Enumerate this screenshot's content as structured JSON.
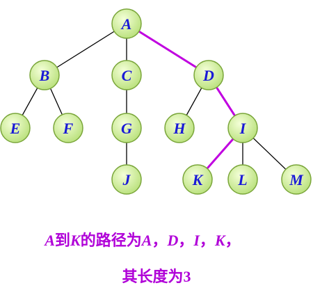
{
  "tree": {
    "nodes": [
      {
        "id": "A",
        "label": "A"
      },
      {
        "id": "B",
        "label": "B"
      },
      {
        "id": "C",
        "label": "C"
      },
      {
        "id": "D",
        "label": "D"
      },
      {
        "id": "E",
        "label": "E"
      },
      {
        "id": "F",
        "label": "F"
      },
      {
        "id": "G",
        "label": "G"
      },
      {
        "id": "H",
        "label": "H"
      },
      {
        "id": "I",
        "label": "I"
      },
      {
        "id": "J",
        "label": "J"
      },
      {
        "id": "K",
        "label": "K"
      },
      {
        "id": "L",
        "label": "L"
      },
      {
        "id": "M",
        "label": "M"
      }
    ],
    "edges": [
      {
        "from": "A",
        "to": "B",
        "highlight": false
      },
      {
        "from": "A",
        "to": "C",
        "highlight": false
      },
      {
        "from": "A",
        "to": "D",
        "highlight": true
      },
      {
        "from": "B",
        "to": "E",
        "highlight": false
      },
      {
        "from": "B",
        "to": "F",
        "highlight": false
      },
      {
        "from": "C",
        "to": "G",
        "highlight": false
      },
      {
        "from": "G",
        "to": "J",
        "highlight": false
      },
      {
        "from": "D",
        "to": "H",
        "highlight": false
      },
      {
        "from": "D",
        "to": "I",
        "highlight": true
      },
      {
        "from": "I",
        "to": "K",
        "highlight": true
      },
      {
        "from": "I",
        "to": "L",
        "highlight": false
      },
      {
        "from": "I",
        "to": "M",
        "highlight": false
      }
    ],
    "colors": {
      "node_fill_center": "#f4ffd8",
      "node_fill_edge": "#b8e07a",
      "node_stroke": "#7aa63a",
      "edge": "#000000",
      "highlight_edge": "#c000e0",
      "label": "#1a1ad6"
    }
  },
  "caption": {
    "line1_parts": [
      "A",
      "到",
      "K",
      "的路径为",
      "A",
      "，",
      "D",
      "，",
      "I",
      "，",
      "K",
      "，"
    ],
    "line2": "其长度为3",
    "color": "#b000d8"
  }
}
